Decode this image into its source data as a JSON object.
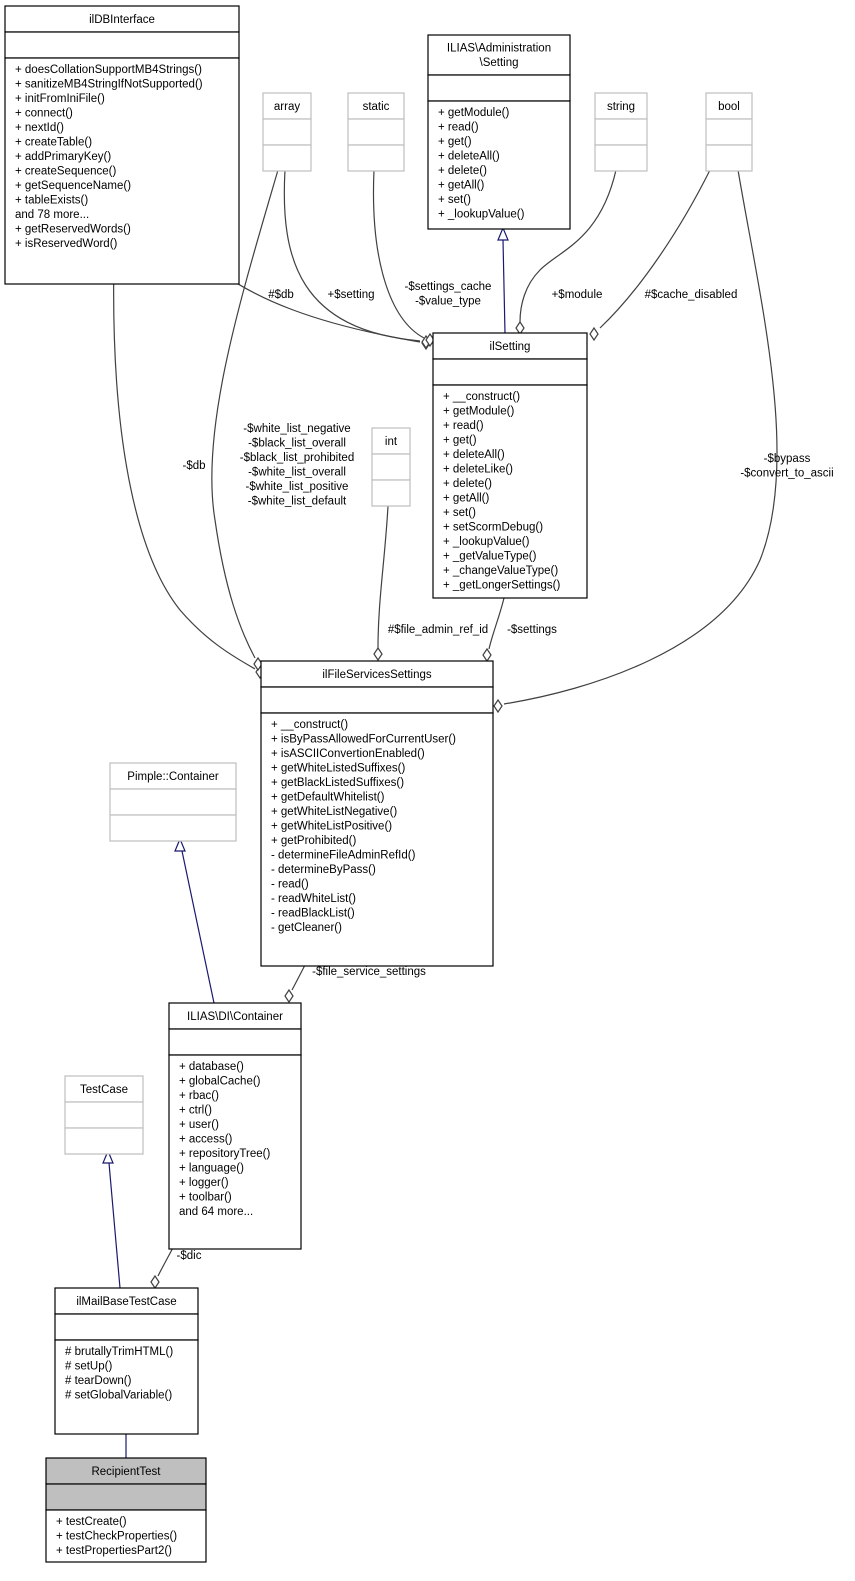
{
  "classes": [
    {
      "id": "ildbinterface",
      "name": "ilDBInterface",
      "attrs": [],
      "methods": [
        "+ doesCollationSupportMB4Strings()",
        "+ sanitizeMB4StringIfNotSupported()",
        "+ initFromIniFile()",
        "+ connect()",
        "+ nextId()",
        "+ createTable()",
        "+ addPrimaryKey()",
        "+ createSequence()",
        "+ getSequenceName()",
        "+ tableExists()",
        "and 78 more...",
        "+ getReservedWords()",
        "+ isReservedWord()"
      ],
      "external": false,
      "highlight": false
    },
    {
      "id": "array",
      "name": "array",
      "attrs": [],
      "methods": [],
      "external": true,
      "highlight": false
    },
    {
      "id": "static",
      "name": "static",
      "attrs": [],
      "methods": [],
      "external": true,
      "highlight": false
    },
    {
      "id": "administration-setting",
      "name": "ILIAS\\Administration\n\\Setting",
      "attrs": [],
      "methods": [
        "+ getModule()",
        "+ read()",
        "+ get()",
        "+ deleteAll()",
        "+ delete()",
        "+ getAll()",
        "+ set()",
        "+ _lookupValue()"
      ],
      "external": false,
      "highlight": false
    },
    {
      "id": "string",
      "name": "string",
      "attrs": [],
      "methods": [],
      "external": true,
      "highlight": false
    },
    {
      "id": "bool",
      "name": "bool",
      "attrs": [],
      "methods": [],
      "external": true,
      "highlight": false
    },
    {
      "id": "ilsetting",
      "name": "ilSetting",
      "attrs": [],
      "methods": [
        "+ __construct()",
        "+ getModule()",
        "+ read()",
        "+ get()",
        "+ deleteAll()",
        "+ deleteLike()",
        "+ delete()",
        "+ getAll()",
        "+ set()",
        "+ setScormDebug()",
        "+ _lookupValue()",
        "+ _getValueType()",
        "+ _changeValueType()",
        "+ _getLongerSettings()"
      ],
      "external": false,
      "highlight": false
    },
    {
      "id": "int",
      "name": "int",
      "attrs": [],
      "methods": [],
      "external": true,
      "highlight": false
    },
    {
      "id": "ilfileservicessettings",
      "name": "ilFileServicesSettings",
      "attrs": [],
      "methods": [
        "+ __construct()",
        "+ isByPassAllowedForCurrentUser()",
        "+ isASCIIConvertionEnabled()",
        "+ getWhiteListedSuffixes()",
        "+ getBlackListedSuffixes()",
        "+ getDefaultWhitelist()",
        "+ getWhiteListNegative()",
        "+ getWhiteListPositive()",
        "+ getProhibited()",
        "- determineFileAdminRefId()",
        "- determineByPass()",
        "- read()",
        "- readWhiteList()",
        "- readBlackList()",
        "- getCleaner()"
      ],
      "external": false,
      "highlight": false
    },
    {
      "id": "pimple-container",
      "name": "Pimple::Container",
      "attrs": [],
      "methods": [],
      "external": true,
      "highlight": false
    },
    {
      "id": "di-container",
      "name": "ILIAS\\DI\\Container",
      "attrs": [],
      "methods": [
        "+ database()",
        "+ globalCache()",
        "+ rbac()",
        "+ ctrl()",
        "+ user()",
        "+ access()",
        "+ repositoryTree()",
        "+ language()",
        "+ logger()",
        "+ toolbar()",
        "and 64 more..."
      ],
      "external": false,
      "highlight": false
    },
    {
      "id": "testcase",
      "name": "TestCase",
      "attrs": [],
      "methods": [],
      "external": true,
      "highlight": false
    },
    {
      "id": "ilmailbasetestcase",
      "name": "ilMailBaseTestCase",
      "attrs": [],
      "methods": [
        "# brutallyTrimHTML()",
        "# setUp()",
        "# tearDown()",
        "# setGlobalVariable()"
      ],
      "external": false,
      "highlight": false
    },
    {
      "id": "recipienttest",
      "name": "RecipientTest",
      "attrs": [],
      "methods": [
        "+ testCreate()",
        "+ testCheckProperties()",
        "+ testPropertiesPart2()"
      ],
      "external": false,
      "highlight": true
    }
  ],
  "edge_labels": {
    "db_setting": "#$db",
    "setting": "+$setting",
    "settings_cache": "-$settings_cache\n-$value_type",
    "module": "+$module",
    "cache_disabled": "#$cache_disabled",
    "db_file": "-$db",
    "white_lists": "-$white_list_negative\n-$black_list_overall\n-$black_list_prohibited\n-$white_list_overall\n-$white_list_positive\n-$white_list_default",
    "file_admin_ref_id": "#$file_admin_ref_id",
    "settings": "-$settings",
    "bypass": "-$bypass\n-$convert_to_ascii",
    "file_service_settings": "-$file_service_settings",
    "dic": "-$dic"
  },
  "colors": {
    "inheritance_edge": "#191970",
    "association_edge": "#404040",
    "external_border": "#bfbfbf",
    "highlight_fill": "#bfbfbf",
    "box_border": "#000000"
  }
}
